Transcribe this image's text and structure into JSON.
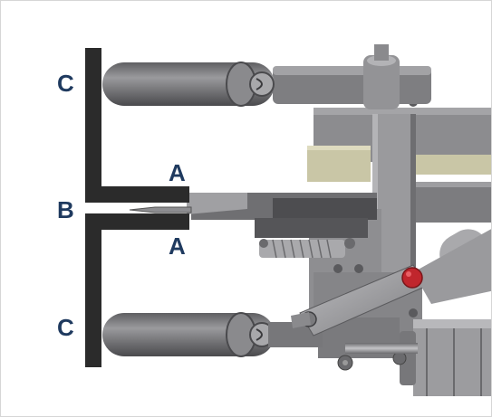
{
  "diagram": {
    "labels": {
      "c_top": "C",
      "a_top": "A",
      "b": "B",
      "a_bottom": "A",
      "c_bottom": "C"
    },
    "colors": {
      "label": "#1f3a5f",
      "bracket": "#2b2b2b",
      "cylinder": "#7d7d80",
      "body": "#8a8a8d",
      "dark_metal": "#4a4a4c",
      "tan_plate": "#c9c6a6",
      "red_knob": "#c0262d",
      "light_metal": "#b8b8bb"
    }
  }
}
